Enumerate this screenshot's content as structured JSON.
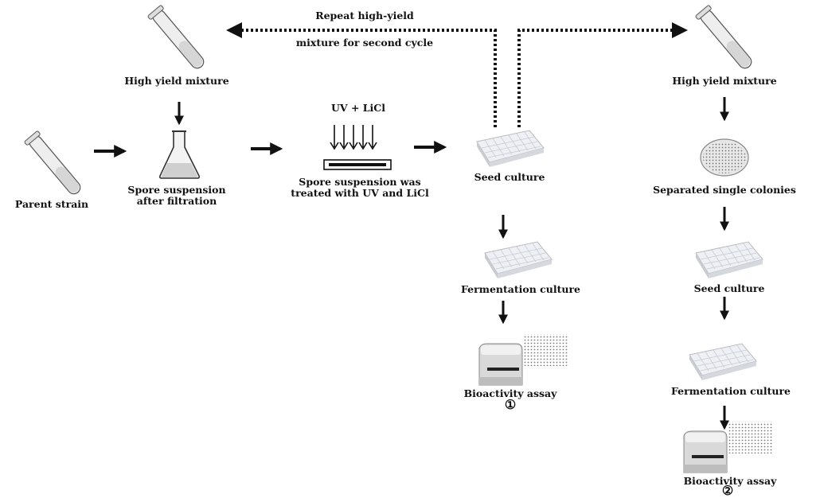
{
  "labels": {
    "repeat_line1": "Repeat high-yield",
    "repeat_line2": "mixture for second cycle",
    "high_yield_left": "High yield mixture",
    "high_yield_right": "High yield mixture",
    "parent_strain": "Parent strain",
    "spore_susp_line1": "Spore suspension",
    "spore_susp_line2": "after filtration",
    "uv_licl": "UV + LiCl",
    "treated_line1": "Spore suspension was",
    "treated_line2": "treated with UV and LiCl",
    "seed_culture_mid": "Seed culture",
    "separated": "Separated single colonies",
    "seed_culture_right": "Seed culture",
    "fermentation_mid": "Fermentation culture",
    "fermentation_right": "Fermentation  culture",
    "bioassay_mid": "Bioactivity assay",
    "bioassay_right": "Bioactivity assay",
    "marker1": "①",
    "marker2": "②"
  },
  "icons": {
    "test_tube": "test-tube-icon",
    "flask": "erlenmeyer-flask-icon",
    "uv_lamp": "uv-irradiation-icon",
    "well_plate": "well-plate-icon",
    "petri_dish": "petri-dish-icon",
    "plate_reader": "plate-reader-icon"
  },
  "colors": {
    "line": "#111111",
    "tube_glass": "#e6e6e6",
    "plate": "#eef0f4"
  }
}
